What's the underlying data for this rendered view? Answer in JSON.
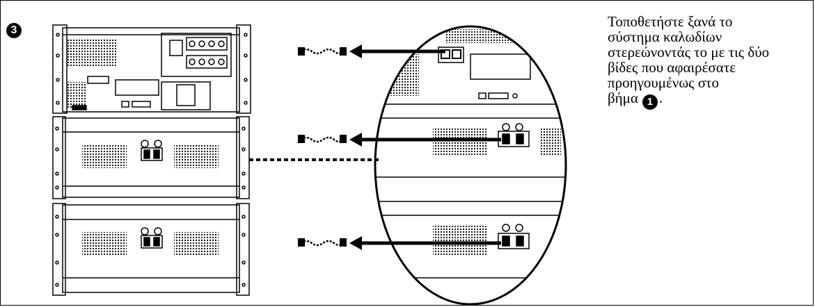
{
  "step": {
    "number": "3"
  },
  "instruction": {
    "line1": "Τοποθετήστε ξανά το",
    "line2": "σύστημα καλωδίων",
    "line3": "στερεώνοντάς το με τις δύο",
    "line4": "βίδες που αφαιρέσατε",
    "line5": "προηγουμένως στο",
    "line6_prefix": "βήμα",
    "step_reference": "1",
    "line6_suffix": "."
  }
}
